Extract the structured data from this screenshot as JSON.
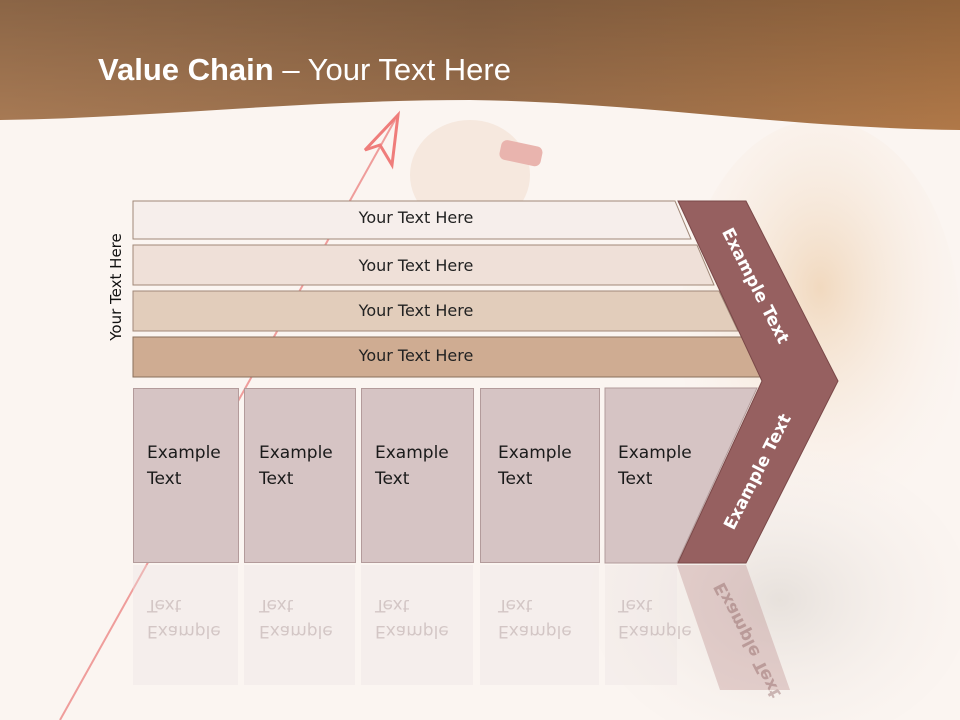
{
  "slide": {
    "title_bold": "Value Chain",
    "title_rest": " – Your Text Here",
    "side_label": "Your Text Here",
    "rows": [
      "Your Text Here",
      "Your Text Here",
      "Your Text Here",
      "Your Text Here"
    ],
    "boxes": [
      {
        "line1": "Example",
        "line2": "Text"
      },
      {
        "line1": "Example",
        "line2": "Text"
      },
      {
        "line1": "Example",
        "line2": "Text"
      },
      {
        "line1": "Example",
        "line2": "Text"
      },
      {
        "line1": "Example",
        "line2": "Text"
      }
    ],
    "chevron_top": "Example Text",
    "chevron_bottom": "Example Text"
  },
  "colors": {
    "header": "#a9774c",
    "row1": "#f6eeeb",
    "row2": "#efe0d8",
    "row3": "#e2cdbb",
    "row4": "#cfac92",
    "box": "#d6c4c4",
    "chevron": "#966060"
  }
}
